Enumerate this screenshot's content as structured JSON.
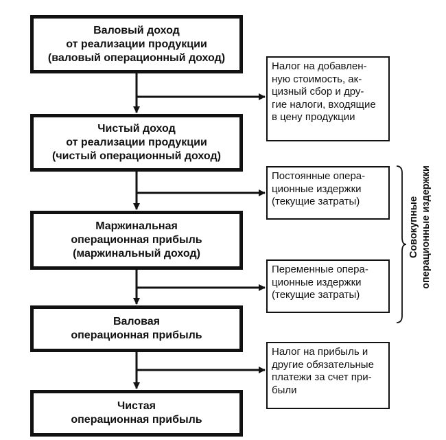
{
  "main_boxes": [
    {
      "lines": [
        "Валовый доход",
        "от реализации продукции",
        "(валовый операционный доход)"
      ]
    },
    {
      "lines": [
        "Чистый доход",
        "от реализации продукции",
        "(чистый операционный доход)"
      ]
    },
    {
      "lines": [
        "Маржинальная",
        "операционная прибыль",
        "(маржинальный доход)"
      ]
    },
    {
      "lines": [
        "Валовая",
        "операционная прибыль"
      ]
    },
    {
      "lines": [
        "Чистая",
        "операционная прибыль"
      ]
    }
  ],
  "side_boxes": [
    {
      "lines": [
        "Налог на добавлен-",
        "ную стоимость, ак-",
        "цизный сбор и дру-",
        "гие налоги, входящие",
        "в цену продукции"
      ]
    },
    {
      "lines": [
        "Постоянные опера-",
        "ционные издержки",
        "(текущие затраты)"
      ]
    },
    {
      "lines": [
        "Переменные опера-",
        "ционные издержки",
        "(текущие затраты)"
      ]
    },
    {
      "lines": [
        "Налог на прибыль и",
        "другие обязательные",
        "платежи за счет при-",
        "были"
      ]
    }
  ],
  "bracket_label": {
    "lines": [
      "Совокупные",
      "операционные издержки"
    ]
  }
}
